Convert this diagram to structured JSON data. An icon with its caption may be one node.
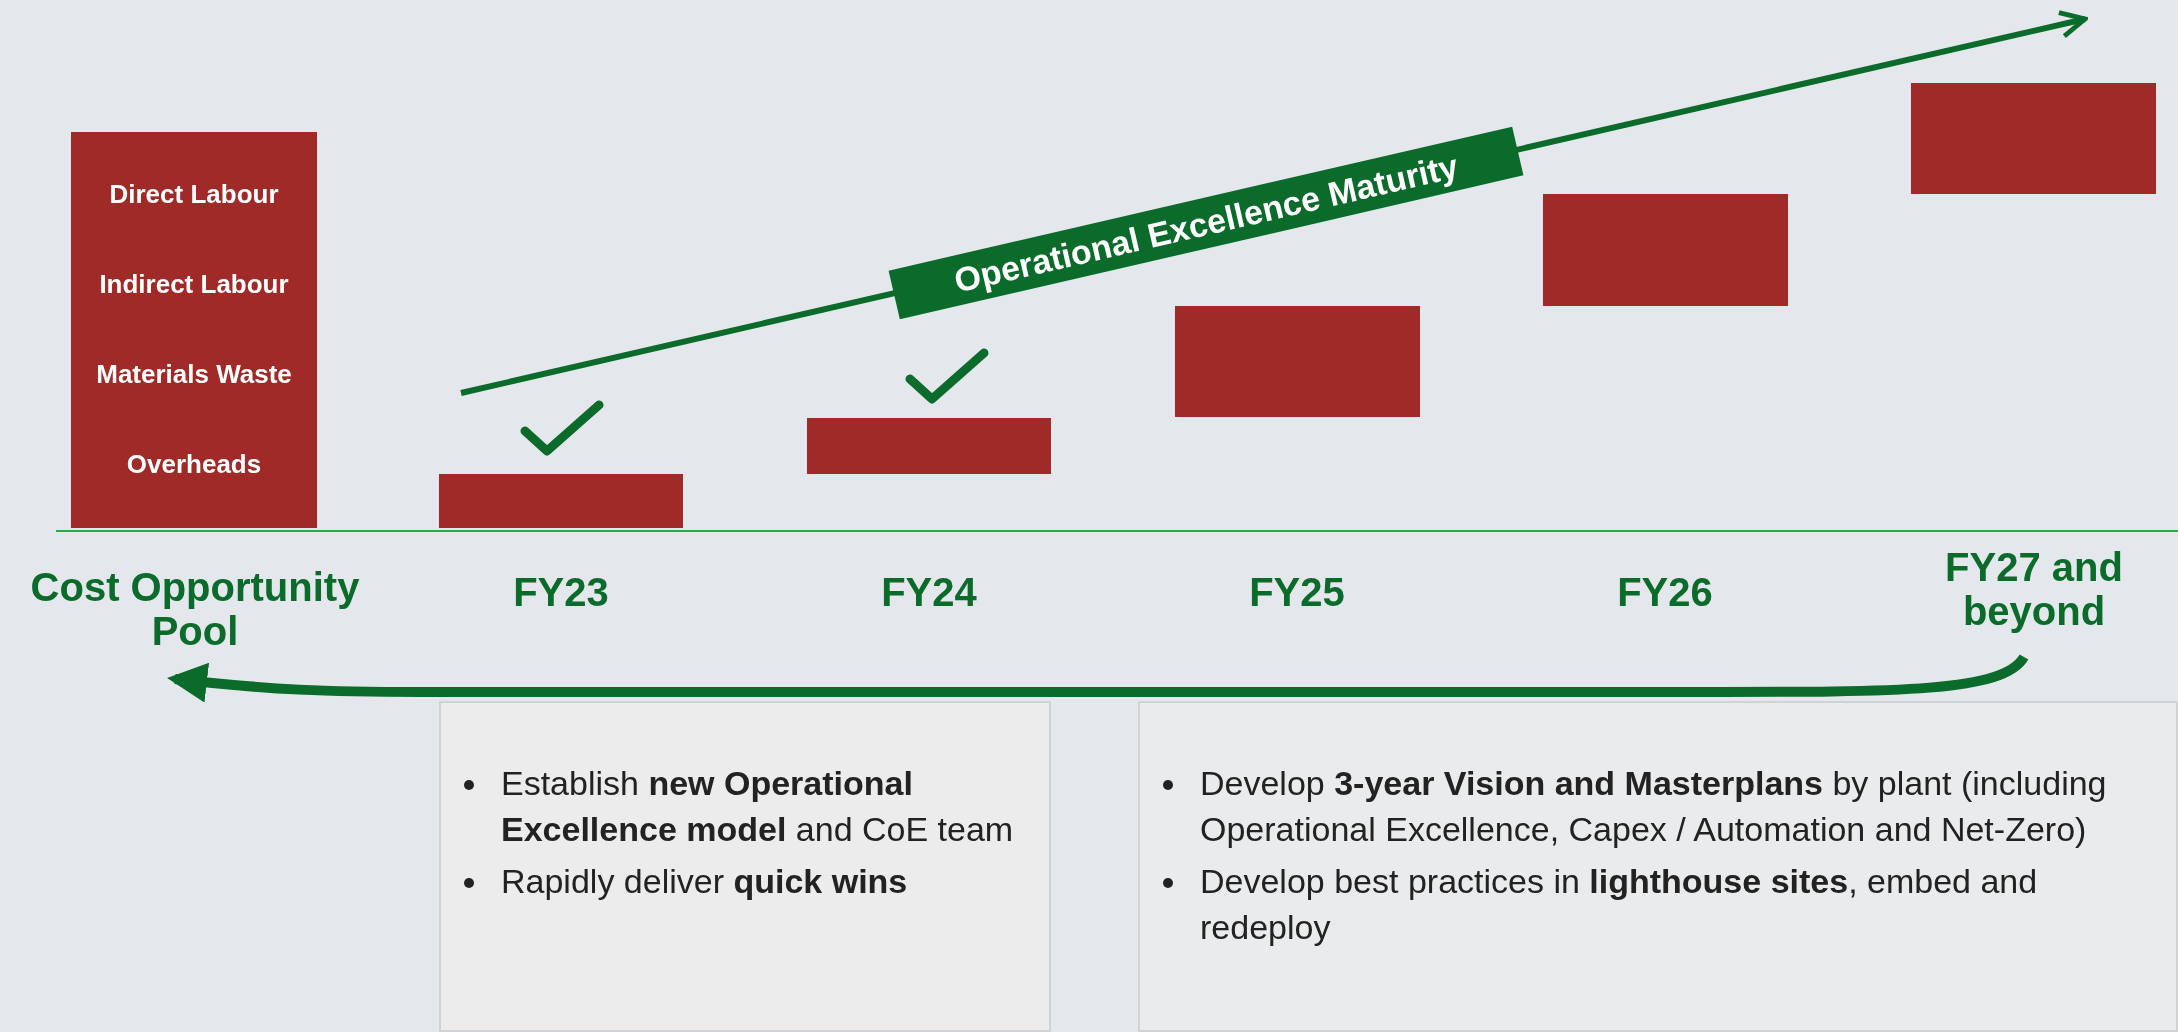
{
  "diagram": {
    "nodes": [
      {
        "text": [
          "Direct Labour",
          "Indirect Labour",
          "Materials Waste",
          "Overheads"
        ]
      },
      {
        "text": [
          "Cost Opportunity Pool"
        ]
      },
      {
        "text": [],
        "shape": "bar"
      },
      {
        "text": [],
        "shape": "bar"
      },
      {
        "text": [],
        "shape": "bar"
      },
      {
        "text": [],
        "shape": "bar"
      },
      {
        "text": [],
        "shape": "bar"
      },
      {
        "text": [
          "FY27 and beyond"
        ]
      },
      {
        "text": [
          "Establish **new Operational Excellence model** and CoE team",
          "Rapidly deliver **quick wins**"
        ]
      },
      {
        "text": [
          "Develop **3-year Vision and Masterplans** by plant (including Operational Excellence, Capex / Automation and Net-Zero)",
          "Develop best practices in **lighthouse sites**, embed and redeploy"
        ]
      }
    ],
    "edges": [
      {
        "from": 7,
        "to": 1,
        "arrow": "to"
      }
    ],
    "labels": [
      "FY23",
      "FY24",
      "FY25",
      "FY26",
      "Operational Excellence Maturity"
    ]
  }
}
